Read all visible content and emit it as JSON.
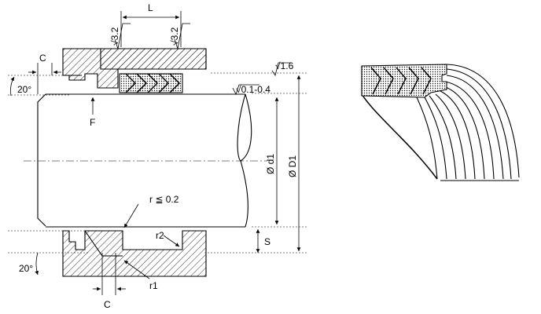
{
  "labels": {
    "length": "L",
    "chamfer_top": "C",
    "chamfer_bottom": "C",
    "angle_top": "20°",
    "angle_bottom": "20°",
    "roughness_left": "√3.2",
    "roughness_right": "√3.2",
    "roughness_bore": "√1.6",
    "roughness_rod": "√0.1-0.4",
    "force": "F",
    "radius_small": "r ≦ 0.2",
    "radius_r2": "r2",
    "radius_r1": "r1",
    "diameter_d1": "Ø d1",
    "diameter_D1": "Ø D1",
    "section": "S"
  }
}
